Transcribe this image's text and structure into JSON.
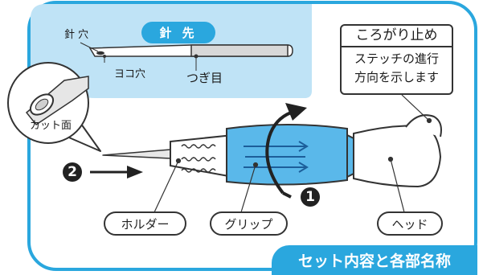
{
  "needle_tip_panel": {
    "badge": "針 先",
    "eye_label": "針 穴",
    "side_hole_label": "ヨコ穴",
    "joint_label": "つぎ目"
  },
  "cut_surface": {
    "label": "カット面"
  },
  "stopper_box": {
    "title": "ころがり止め",
    "line1": "ステッチの進行",
    "line2": "方向を示します"
  },
  "steps": {
    "step1": "1",
    "step2": "2"
  },
  "parts": {
    "holder": "ホルダー",
    "grip": "グリップ",
    "head": "ヘッド"
  },
  "section_title": "セット内容と各部名称",
  "colors": {
    "accent": "#2aa7de",
    "panel": "#bfe3f6",
    "grip": "#5ab8ea"
  }
}
